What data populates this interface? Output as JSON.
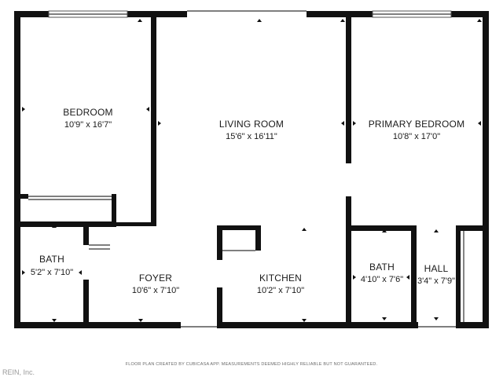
{
  "rooms": {
    "bedroom": {
      "name": "BEDROOM",
      "dims": "10'9\" x 16'7\""
    },
    "living_room": {
      "name": "LIVING ROOM",
      "dims": "15'6\" x 16'11\""
    },
    "primary_bedroom": {
      "name": "PRIMARY BEDROOM",
      "dims": "10'8\" x 17'0\""
    },
    "bath_left": {
      "name": "BATH",
      "dims": "5'2\" x 7'10\""
    },
    "foyer": {
      "name": "FOYER",
      "dims": "10'6\" x 7'10\""
    },
    "kitchen": {
      "name": "KITCHEN",
      "dims": "10'2\" x 7'10\""
    },
    "bath_right": {
      "name": "BATH",
      "dims": "4'10\" x 7'6\""
    },
    "hall": {
      "name": "HALL",
      "dims": "3'4\" x 7'9\""
    }
  },
  "footer_note": "FLOOR PLAN CREATED BY CUBICASA APP. MEASUREMENTS DEEMED HIGHLY RELIABLE BUT NOT GUARANTEED.",
  "watermark": "REIN, Inc.",
  "colors": {
    "wall": "#111111",
    "background": "#ffffff"
  }
}
